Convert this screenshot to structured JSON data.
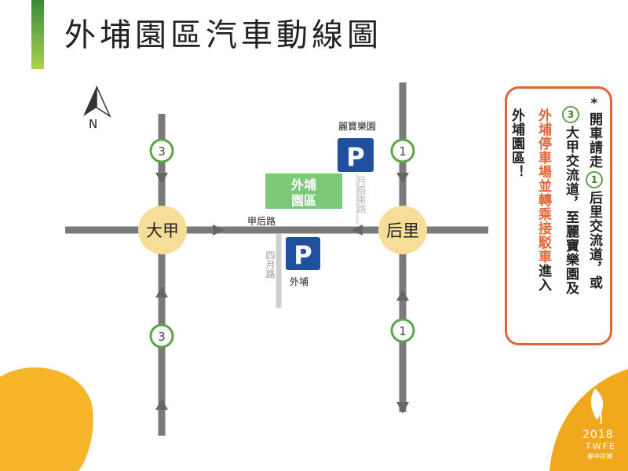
{
  "title": "外埔園區汽車動線圖",
  "compass": "N",
  "towns": {
    "west": "大甲",
    "east": "后里"
  },
  "road_markers": {
    "west_top": "3",
    "west_bottom": "3",
    "east_top": "1",
    "east_bottom": "1"
  },
  "venue": {
    "name_line1": "外埔",
    "name_line2": "園區"
  },
  "roads": {
    "jiahou": "甲后路",
    "siyue": "四月路",
    "yuemei_east": "月眉東路"
  },
  "parking": {
    "lihpao": {
      "symbol": "P",
      "label": "麗寶樂園"
    },
    "waipu": {
      "symbol": "P",
      "label": "外埔"
    }
  },
  "note": {
    "col1_pre": "*開車請走",
    "col1_marker": "1",
    "col1_post": "后里交流道，或",
    "col2_marker": "3",
    "col2_post": "大甲交流道，至麗寶樂園及",
    "col3": "外埔停車場並轉乘接駁車",
    "col3_tail": "進入",
    "col4": "外埔園區！"
  },
  "logo": {
    "year": "2018",
    "name": "TWFE",
    "sub": "臺中花博"
  },
  "colors": {
    "road": "#7a7a7a",
    "town_circle": "#f6de98",
    "venue": "#7dc97a",
    "parking": "#1f4f9e",
    "note_border": "#e0663a",
    "logo_orange": "#f2a81c"
  }
}
